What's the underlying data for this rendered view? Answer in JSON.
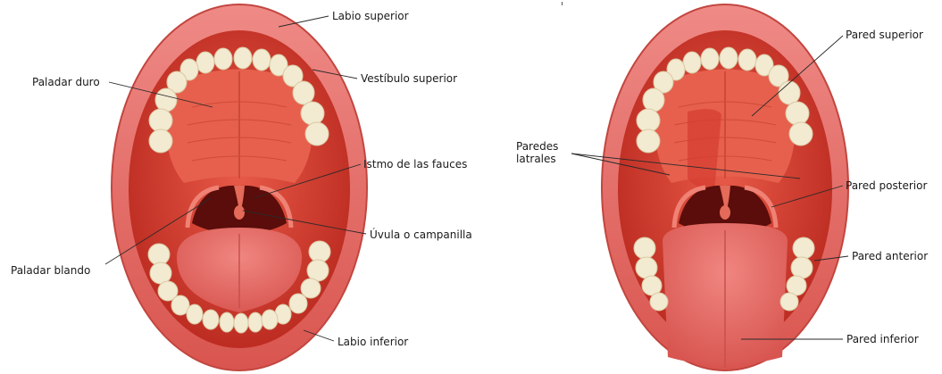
{
  "diagram_1": {
    "labels": {
      "labio_superior": "Labio superior",
      "vestibulo_superior": "Vestíbulo superior",
      "paladar_duro": "Paladar duro",
      "istmo_fauces": "Istmo de las fauces",
      "uvula": "Úvula o campanilla",
      "paladar_blando": "Paladar blando",
      "labio_inferior": "Labio inferior"
    }
  },
  "diagram_2": {
    "labels": {
      "pared_superior": "Pared superior",
      "paredes_laterales": "Paredes latrales",
      "pared_posterior": "Pared posterior",
      "pared_anterior": "Pared anterior",
      "pared_inferior": "Pared inferior"
    }
  },
  "colors": {
    "lip": "#e66f6c",
    "lip_dark": "#c8453f",
    "cavity": "#d23a2c",
    "palate": "#e25444",
    "throat": "#5a0d0a",
    "tongue": "#e9716c",
    "teeth": "#f3ead2",
    "leader_line": "#2a2a2a"
  }
}
